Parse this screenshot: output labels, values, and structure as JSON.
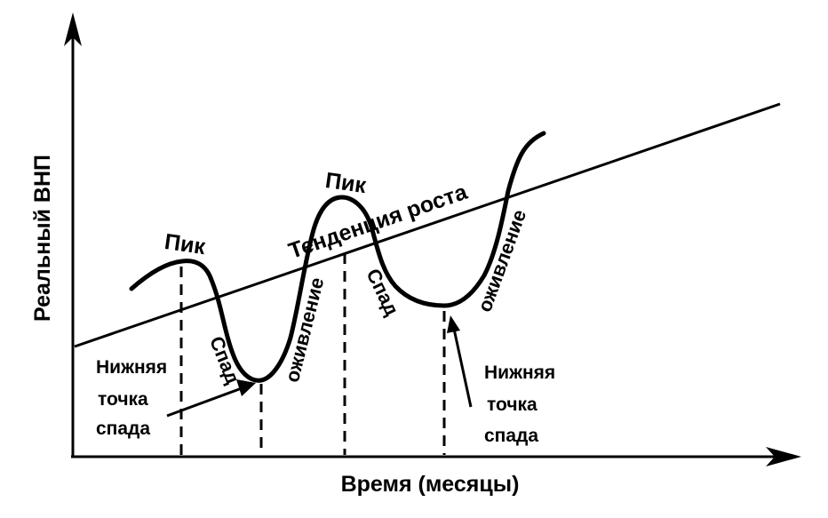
{
  "axes": {
    "x_label": "Время (месяцы)",
    "y_label": "Реальный ВНП"
  },
  "trend_label": "Тенденция роста",
  "peaks": [
    "Пик",
    "Пик"
  ],
  "recessions": [
    "Спад",
    "Спад"
  ],
  "recoveries": [
    "оживление",
    "оживление"
  ],
  "troughs": [
    {
      "line1": "Нижняя",
      "line2": "точка",
      "line3": "спада"
    },
    {
      "line1": "Нижняя",
      "line2": "точка",
      "line3": "спада"
    }
  ],
  "colors": {
    "ink": "#000000",
    "background": "#ffffff"
  }
}
